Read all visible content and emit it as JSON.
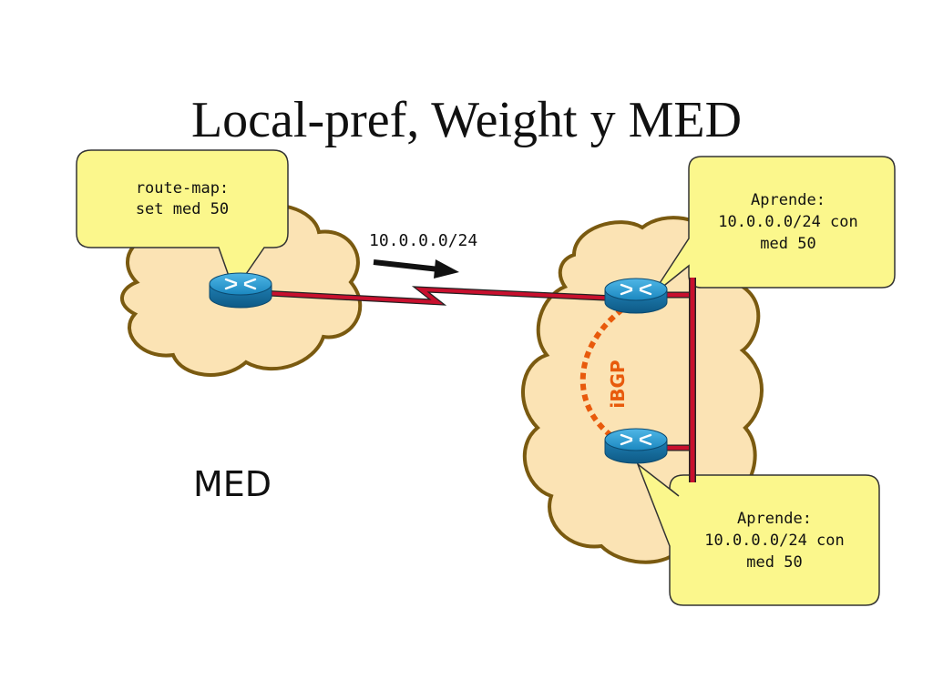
{
  "title": "Local-pref, Weight y MED",
  "callouts": {
    "left": "route-map:\nset med 50",
    "top_right": "Aprende:\n10.0.0.0/24 con\nmed 50",
    "bottom_right": "Aprende:\n10.0.0.0/24 con\nmed 50"
  },
  "route_label": "10.0.0.0/24",
  "ibgp_label": "iBGP",
  "med_label": "MED",
  "colors": {
    "cloud_fill": "#fbe3b4",
    "cloud_stroke": "#7a5a10",
    "callout_fill": "#fbf78c",
    "link_red": "#c8102e",
    "ibgp_orange": "#e85a0c",
    "router_blue": "#1b88c0"
  },
  "icons": [
    "router-icon",
    "arrow-icon",
    "cloud-shape"
  ]
}
